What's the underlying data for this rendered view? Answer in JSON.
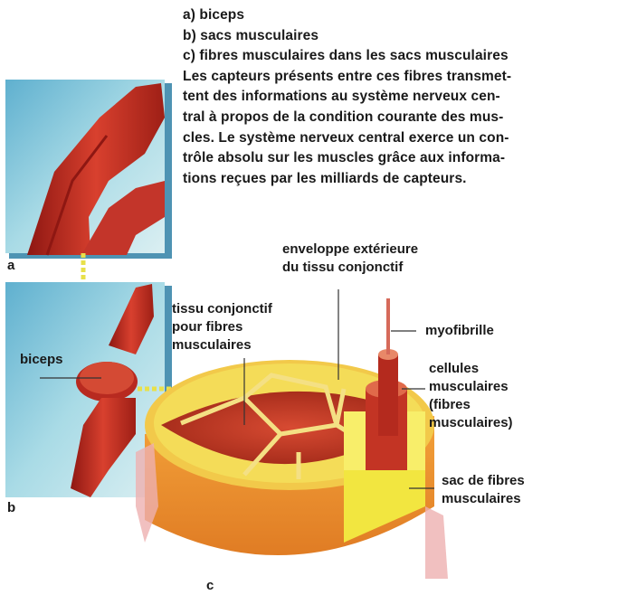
{
  "caption": {
    "lines": [
      "a) biceps",
      "b) sacs musculaires",
      "c) fibres musculaires dans les sacs musculaires",
      "Les capteurs présents entre ces fibres transmet-",
      "tent des informations au système nerveux cen-",
      "tral à propos de la condition courante des mus-",
      "cles. Le système nerveux central exerce un con-",
      "trôle absolu sur les muscles grâce aux informa-",
      "tions reçues par les milliards de capteurs."
    ]
  },
  "labels": {
    "panel_a": "a",
    "panel_b": "b",
    "panel_c": "c",
    "biceps": "biceps",
    "outer_sheath": [
      "enveloppe extérieure",
      "du tissu conjonctif"
    ],
    "connective_tissue": [
      "tissu conjonctif",
      "pour fibres",
      "musculaires"
    ],
    "myofibril": "myofibrille",
    "muscle_cells": [
      "cellules",
      "musculaires",
      "(fibres",
      "musculaires)"
    ],
    "fiber_sac": [
      "sac de fibres",
      "musculaires"
    ]
  },
  "colors": {
    "panel_sky": "#7fc3d8",
    "muscle": "#c8302a",
    "muscle_dark": "#8e1712",
    "connective": "#f2d04a",
    "sheath": "#f4e84a",
    "outer": "#f0a23a"
  }
}
